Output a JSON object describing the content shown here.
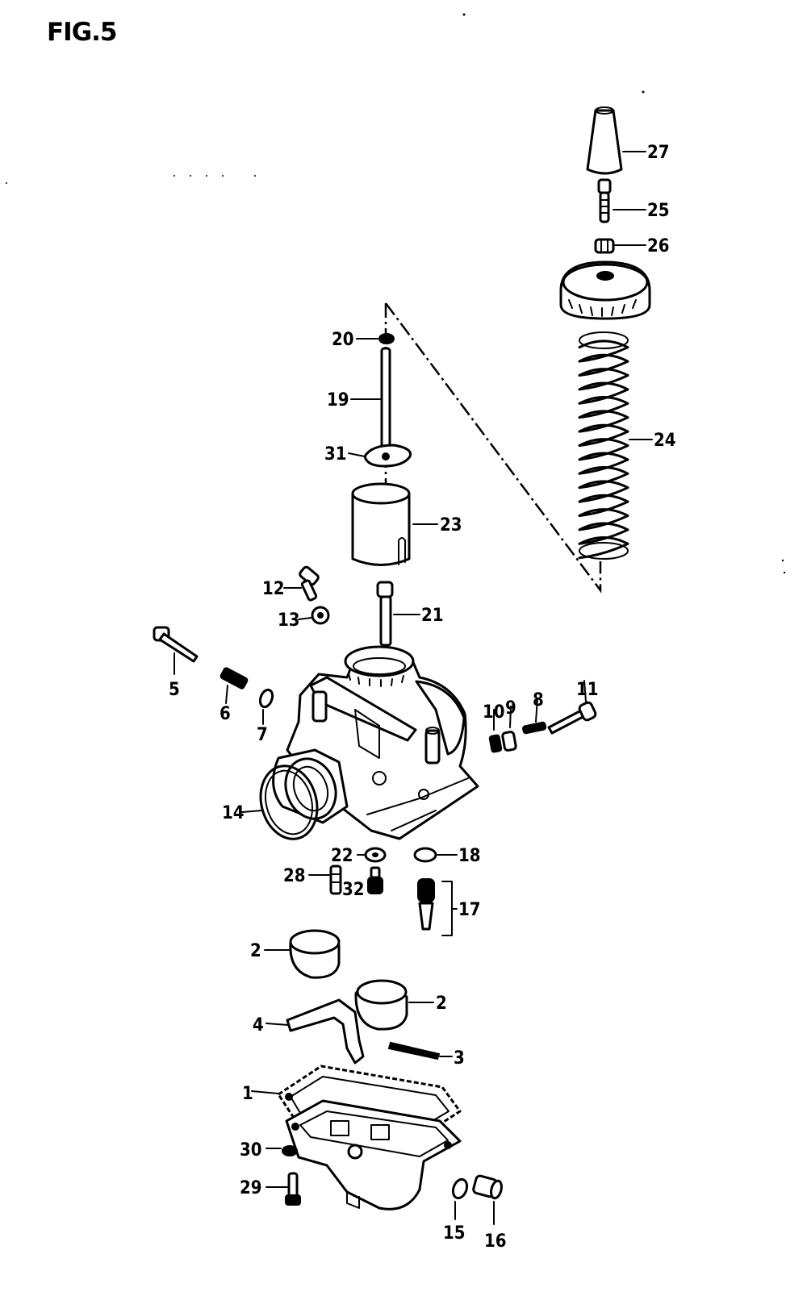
{
  "figure": {
    "title": "FIG.5"
  },
  "callouts": {
    "c1": "1",
    "c2a": "2",
    "c2b": "2",
    "c3": "3",
    "c4": "4",
    "c5": "5",
    "c6": "6",
    "c7": "7",
    "c8": "8",
    "c9": "9",
    "c10": "10",
    "c11": "11",
    "c12": "12",
    "c13": "13",
    "c14": "14",
    "c15": "15",
    "c16": "16",
    "c17": "17",
    "c18": "18",
    "c19": "19",
    "c20": "20",
    "c21": "21",
    "c22": "22",
    "c23": "23",
    "c24": "24",
    "c25": "25",
    "c26": "26",
    "c27": "27",
    "c28": "28",
    "c29": "29",
    "c30": "30",
    "c31": "31",
    "c32": "32"
  }
}
